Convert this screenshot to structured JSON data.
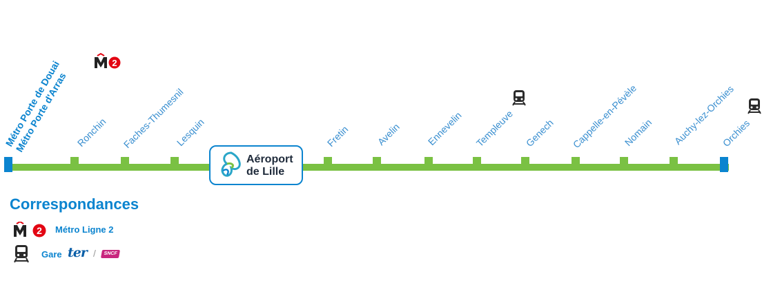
{
  "line": {
    "color": "#7ac143",
    "terminus_color": "#0b84cf",
    "terminus_west": [
      "Métro Porte de Douai",
      "Métro Porte d'Arras"
    ],
    "stops_west": [
      "Ronchin",
      "Faches-Thumesnil",
      "Lesquin"
    ],
    "hub": [
      "Aéroport",
      "de Lille"
    ],
    "stops_east": [
      "Fretin",
      "Avelin",
      "Ennevelin",
      "Templeuve",
      "Genech",
      "Cappelle-en-Pévèle",
      "Nomain",
      "Auchy-lez-Orchies",
      "Orchies"
    ]
  },
  "icons": {
    "metro": "metro-line-2-icon",
    "train": "train-icon",
    "metro_badge_number": "2",
    "ter_logo": "ter",
    "sncf_logo": "SNCF"
  },
  "legend": {
    "title": "Correspondances",
    "metro_label": "Métro Ligne 2",
    "gare_label": "Gare",
    "separator": "/"
  }
}
